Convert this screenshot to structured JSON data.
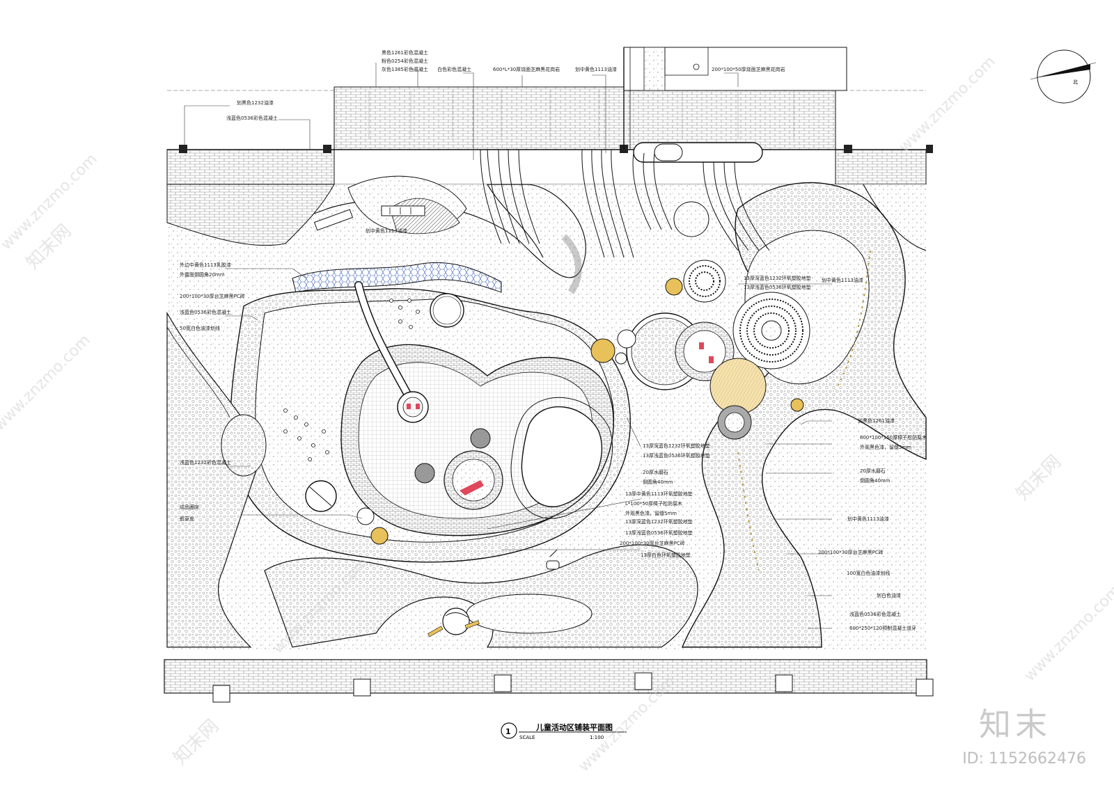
{
  "drawing": {
    "number": "1",
    "title": "儿童活动区铺装平面图",
    "scale_label": "SCALE",
    "scale_value": "1:100",
    "north_label": "北"
  },
  "annotations_top": [
    "黑色1261彩色混凝土",
    "粉色0254彩色混凝土",
    "灰色1385彩色混凝土",
    "白色彩色混凝土",
    "600*L*30厚烧面芝麻黑花岗岩",
    "划中黄色1113油漆",
    "200*100*50厚烧面芝麻黑花岗岩"
  ],
  "annotations_left": [
    "划黑色1232油漆",
    "浅蓝色0536彩色混凝土",
    "划中黄色1113油漆",
    "外边中黄色1113乳胶漆",
    "外露面倒圆角20mm",
    "200*100*30厚台芝麻黑PC砖",
    "浅蓝色0536彩色混凝土",
    "50宽白色油漆划线",
    "浅蓝色1232彩色混凝土",
    "成品圈床",
    "假草皮"
  ],
  "annotations_center": [
    "13厚深蓝色1232环氧塑胶地垫",
    "13厚浅蓝色0536环氧塑胶地垫",
    "13厚深蓝色1232环氧塑胶地垫",
    "13厚浅蓝色0536环氧塑胶地垫",
    "20厚水磨石",
    "倒圆角40mm",
    "13厚中黄色1113环氧塑胶地垫",
    "L*100*50厚樟子松防腐木",
    "外观黑色漆，留缝5mm",
    "13厚深蓝色1232环氧塑胶地垫",
    "13厚浅蓝色0536环氧塑胶地垫",
    "200*100*30厚台芝麻黑PC砖",
    "13厚白色环氧塑胶地垫"
  ],
  "annotations_right": [
    "划中黄色1113油漆",
    "划黑色1261油漆",
    "600*100*150厚樟子松防腐木",
    "外观黑色漆，留缝5mm",
    "20厚水磨石",
    "倒圆角40mm",
    "划中黄色1113油漆",
    "200*100*30厚台芝麻黑PC砖",
    "100宽白色油漆划线",
    "划白色油漆",
    "浅蓝色0536彩色混凝土",
    "600*250*120预制混凝土道牙"
  ],
  "watermark": {
    "site": "www.znzmo.com",
    "brand_cn": "知末网",
    "brand_mark": "知末",
    "id_label": "ID: 1152662476"
  },
  "colors": {
    "line": "#1a1a1a",
    "paving_hatch": "#9a9a9a",
    "yellow": "#e9c15a",
    "red": "#e0475a",
    "blue": "#3a5fb8",
    "watermark": "#cfcfcf"
  }
}
